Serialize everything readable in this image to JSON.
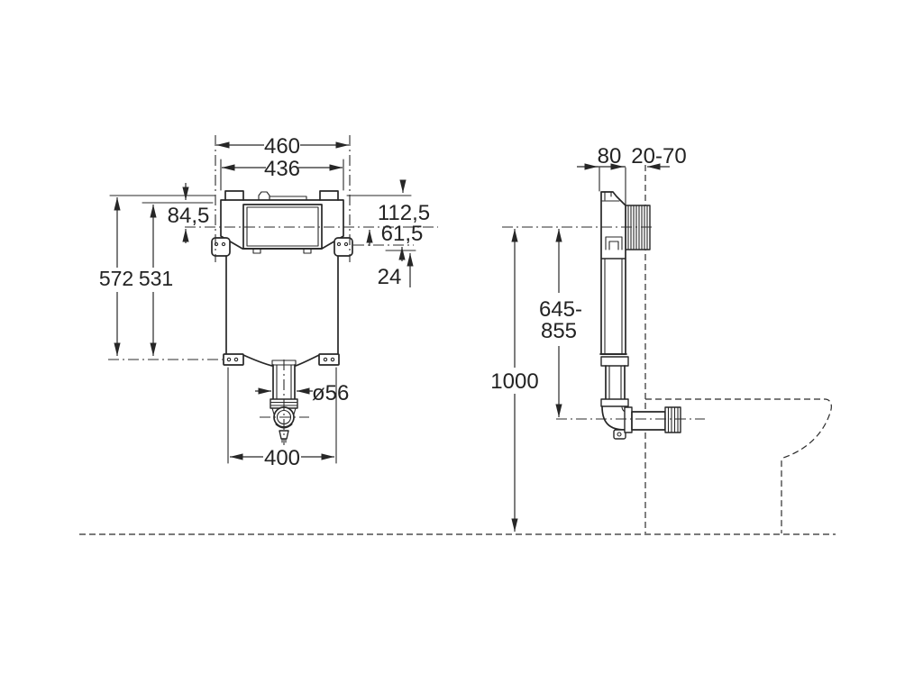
{
  "drawing": {
    "background": "#ffffff",
    "line_color": "#272727"
  },
  "front_view": {
    "dim_outer_width": "460",
    "dim_housing_width": "436",
    "dim_total_height": "572",
    "dim_housing_height": "531",
    "dim_top_to_axis_left": "84,5",
    "dim_top_to_axis_right": "112,5",
    "dim_axis_to_holes": "61,5",
    "dim_holes_to_edge": "24",
    "dim_outlet_diameter": "ø56",
    "dim_feet_width": "400"
  },
  "side_view": {
    "dim_depth": "80",
    "dim_wall_clearance": "20-70",
    "dim_outlet_height_line1": "645-",
    "dim_outlet_height_line2": "855",
    "dim_total_height": "1000"
  }
}
